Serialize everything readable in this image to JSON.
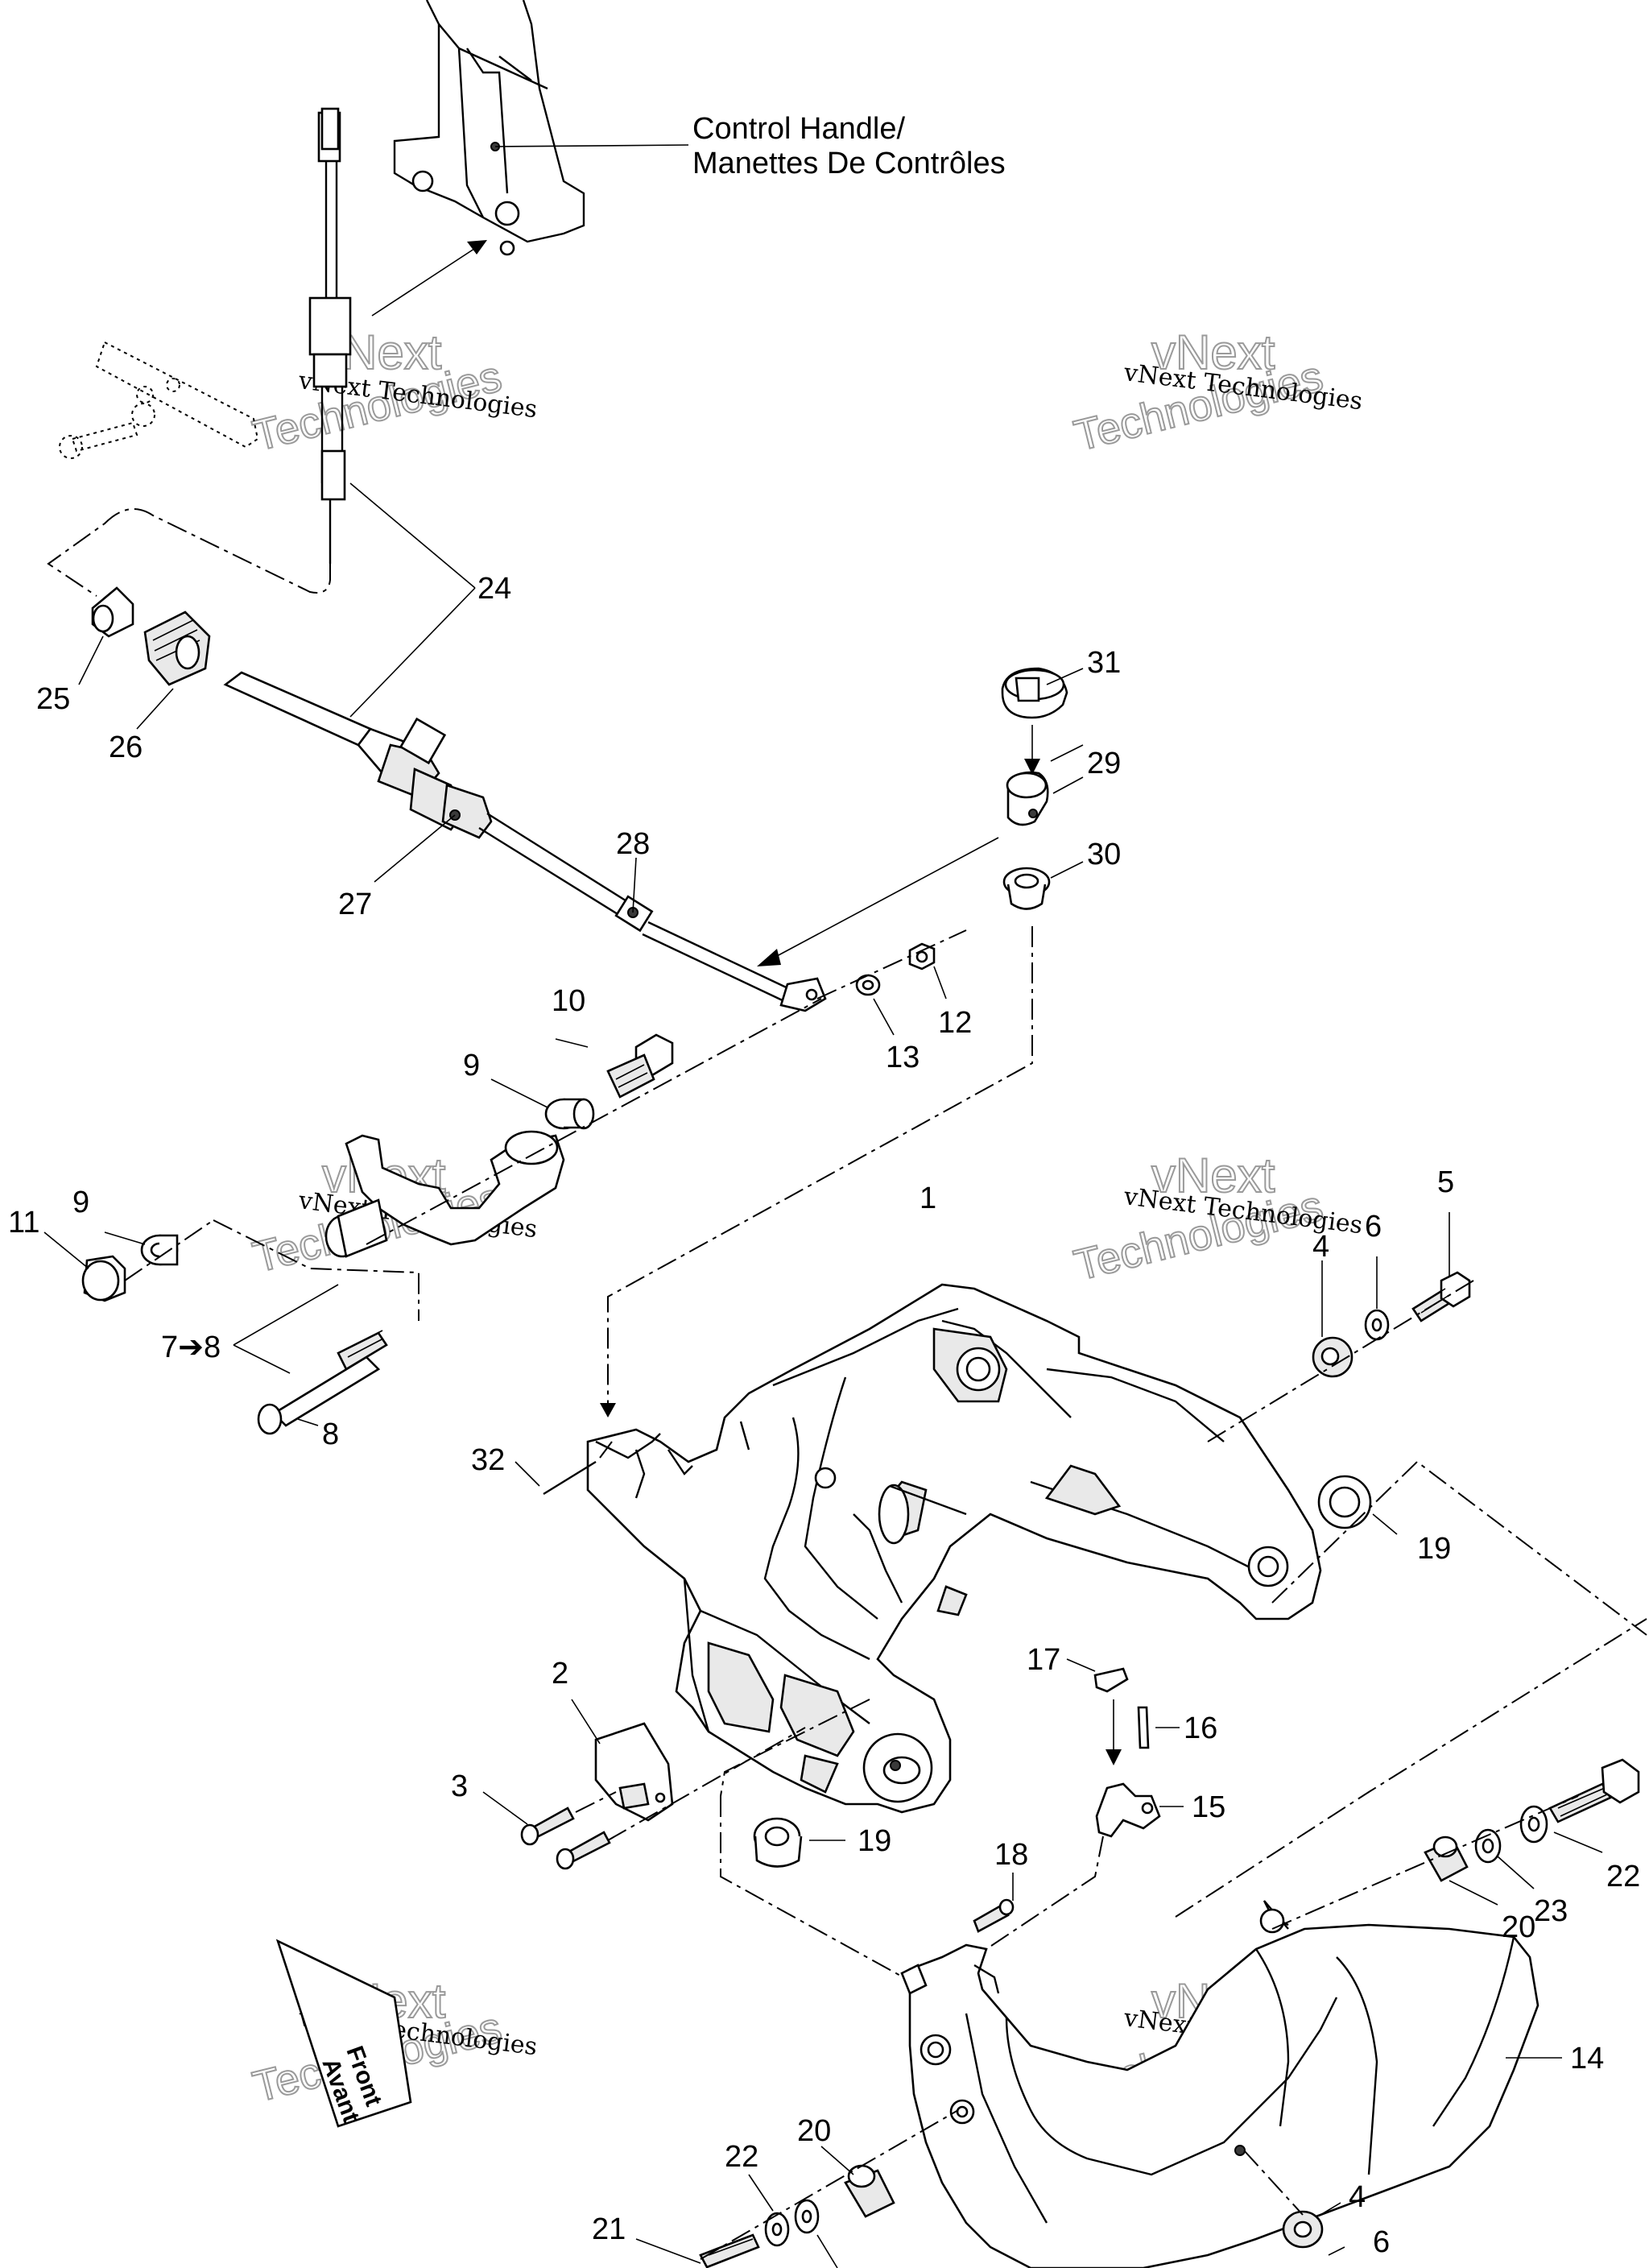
{
  "diagram": {
    "callout": {
      "line1": "Control Handle/",
      "line2": "Manettes De Contrôles"
    },
    "labels": {
      "l1": "1",
      "l2": "2",
      "l3": "3",
      "l4a": "4",
      "l4b": "4",
      "l5": "5",
      "l6a": "6",
      "l6b": "6",
      "l7to8": "7➔8",
      "l8": "8",
      "l9a": "9",
      "l9b": "9",
      "l10": "10",
      "l11": "11",
      "l12": "12",
      "l13": "13",
      "l14": "14",
      "l15": "15",
      "l16": "16",
      "l17": "17",
      "l18": "18",
      "l19a": "19",
      "l19b": "19",
      "l20a": "20",
      "l20b": "20",
      "l21": "21",
      "l22a": "22",
      "l22b": "22",
      "l23": "23",
      "l24": "24",
      "l25": "25",
      "l26": "26",
      "l27": "27",
      "l28": "28",
      "l29": "29",
      "l30": "30",
      "l31": "31",
      "l32": "32"
    },
    "front_badge": {
      "line1": "Front",
      "line2": "Avant"
    },
    "watermark": {
      "brand": "vNext",
      "company": "Technologies",
      "full": "vNext Technologies"
    }
  }
}
